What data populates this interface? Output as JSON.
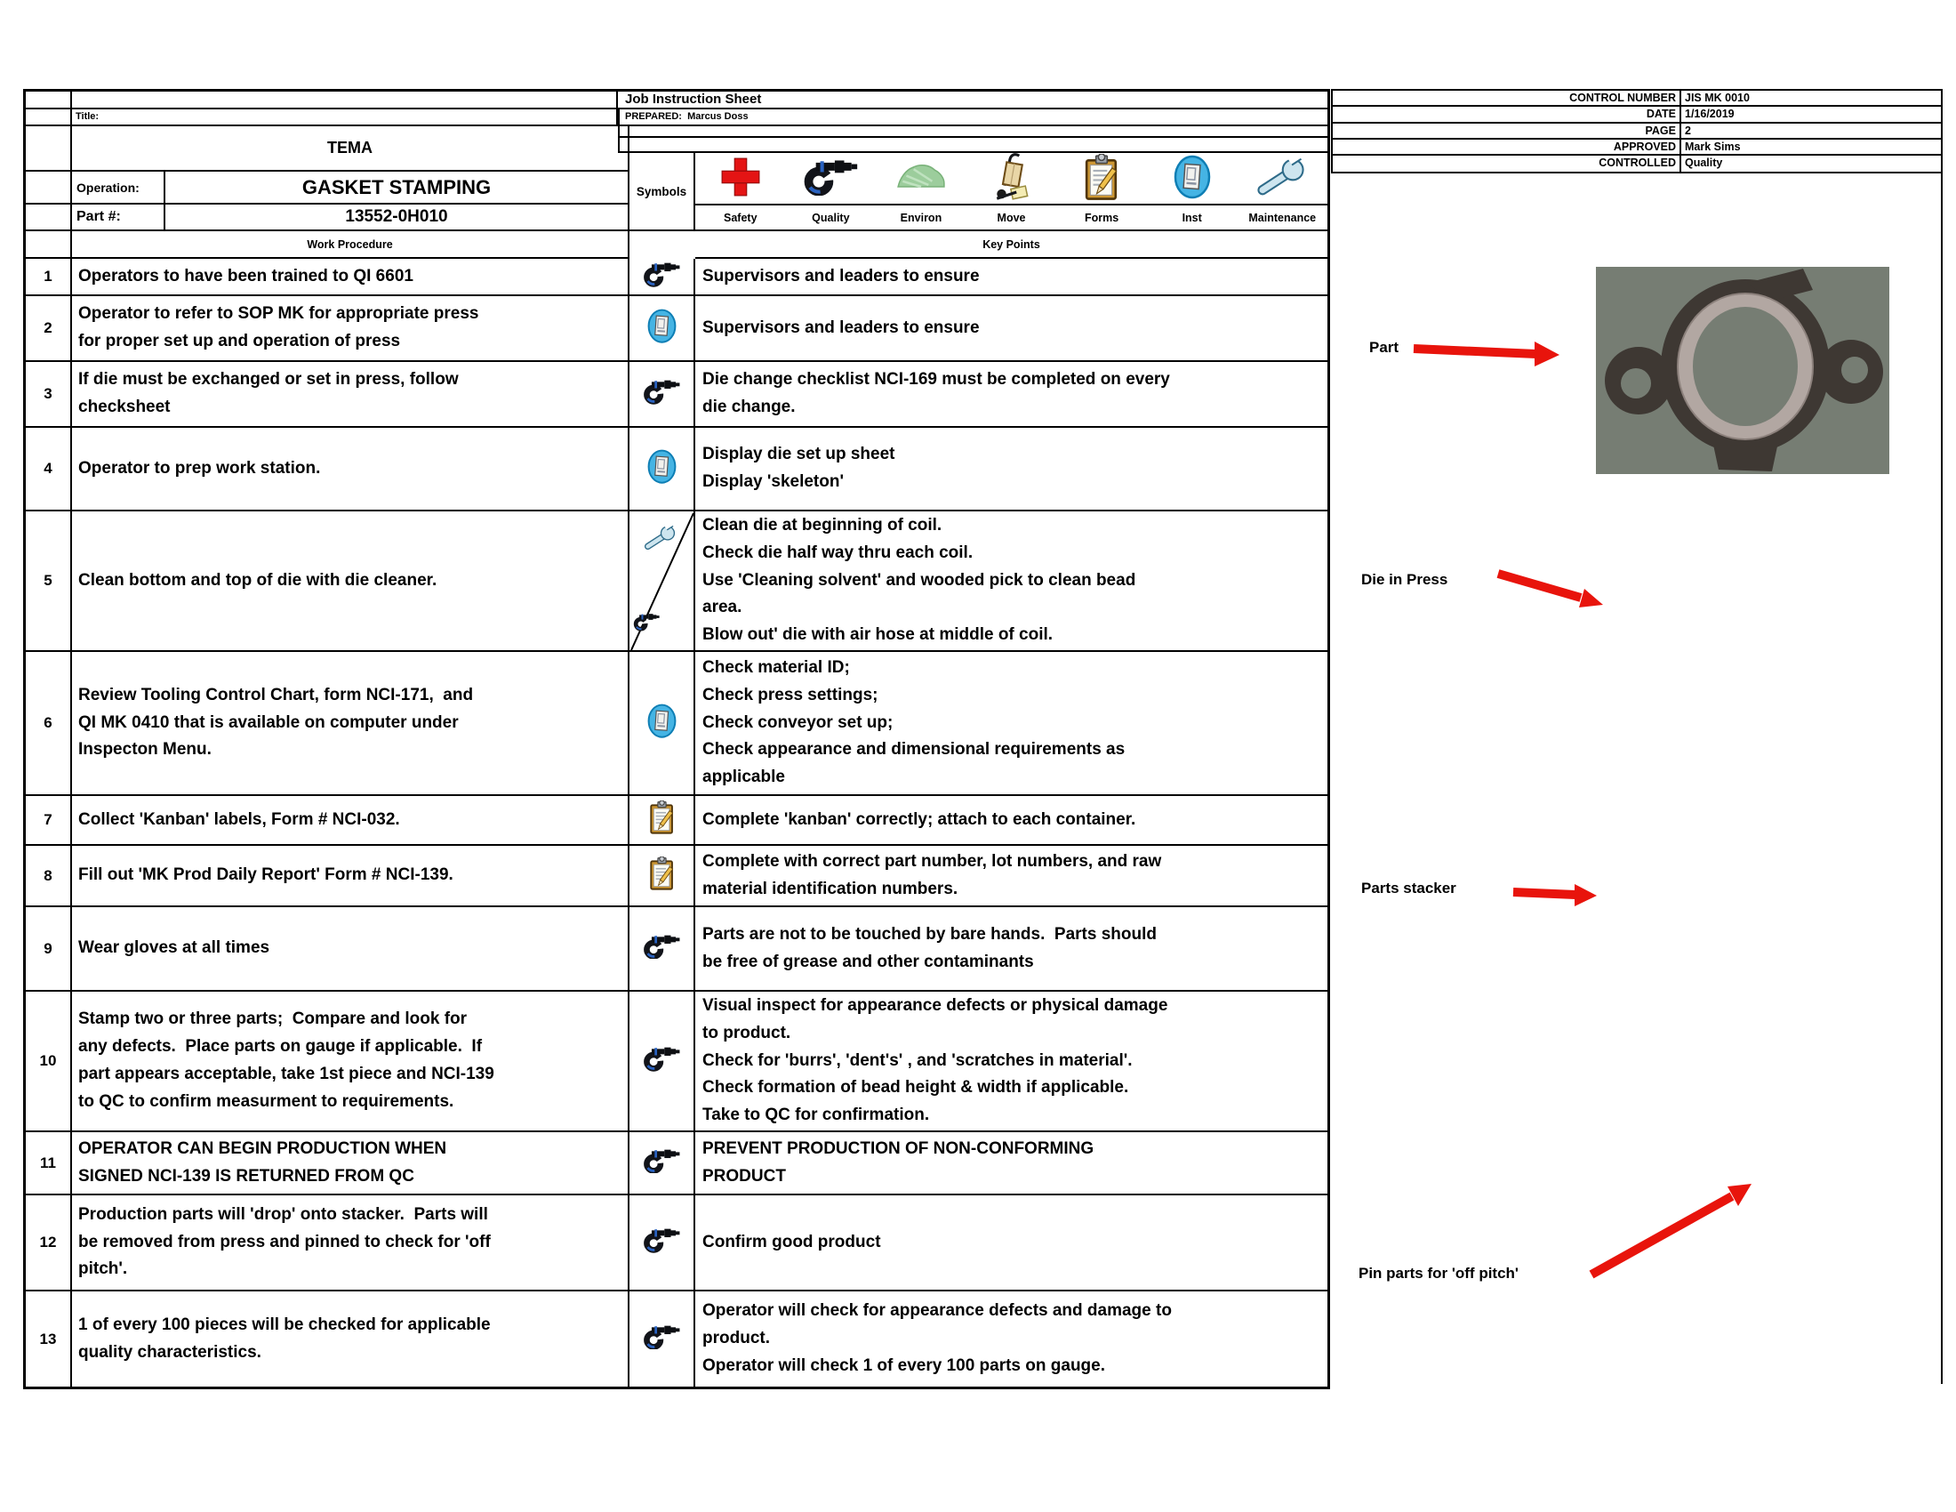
{
  "sheet": {
    "title": "Job Instruction Sheet",
    "title_label": "Title:",
    "prepared_label": "PREPARED:",
    "prepared_by": "Marcus Doss",
    "company": "TEMA",
    "operation_label": "Operation:",
    "operation_value": "GASKET STAMPING",
    "part_label": "Part #:",
    "part_value": "13552-0H010",
    "symbols_label": "Symbols",
    "work_procedure_header": "Work Procedure",
    "key_points_header": "Key Points"
  },
  "control_block": {
    "rows": [
      {
        "label": "CONTROL NUMBER",
        "value": "JIS MK 0010"
      },
      {
        "label": "DATE",
        "value": "1/16/2019"
      },
      {
        "label": "PAGE",
        "value": "2"
      },
      {
        "label": "APPROVED",
        "value": "Mark Sims"
      },
      {
        "label": "CONTROLLED",
        "value": "Quality"
      }
    ]
  },
  "symbols_legend": [
    {
      "icon": "safety-cross-icon",
      "label": "Safety"
    },
    {
      "icon": "micrometer-icon",
      "label": "Quality"
    },
    {
      "icon": "environ-car-icon",
      "label": "Environ"
    },
    {
      "icon": "hand-truck-icon",
      "label": "Move"
    },
    {
      "icon": "clipboard-pencil-icon",
      "label": "Forms"
    },
    {
      "icon": "instruction-document-icon",
      "label": "Inst"
    },
    {
      "icon": "wrench-icon",
      "label": "Maintenance"
    }
  ],
  "steps": [
    {
      "num": "1",
      "symbol": "micrometer-icon",
      "procedure": "Operators to have been trained to QI 6601",
      "key_points": "Supervisors and leaders to ensure"
    },
    {
      "num": "2",
      "symbol": "instruction-document-icon",
      "procedure": "Operator to refer to SOP MK for appropriate press\nfor proper set up and operation of press",
      "key_points": "Supervisors and leaders to ensure"
    },
    {
      "num": "3",
      "symbol": "micrometer-icon",
      "procedure": "If die must be exchanged or set in press, follow\nchecksheet",
      "key_points": "Die change checklist NCI-169 must be completed on every\ndie change."
    },
    {
      "num": "4",
      "symbol": "instruction-document-icon",
      "procedure": "Operator to prep work station.",
      "key_points": "Display die set up sheet\nDisplay 'skeleton'"
    },
    {
      "num": "5",
      "symbol": "wrench-micrometer-icon",
      "procedure": "Clean bottom and top of die with die cleaner.",
      "key_points": "Clean die at beginning of coil.\nCheck die half way thru each coil.\nUse 'Cleaning solvent' and wooded pick to clean bead\narea.\nBlow out' die with air hose at middle of coil."
    },
    {
      "num": "6",
      "symbol": "instruction-document-icon",
      "procedure": "Review Tooling Control Chart, form NCI-171,  and\nQI MK 0410 that is available on computer under\nInspecton Menu.",
      "key_points": "Check material ID;\nCheck press settings;\nCheck conveyor set up;\nCheck appearance and dimensional requirements as\napplicable"
    },
    {
      "num": "7",
      "symbol": "clipboard-pencil-icon",
      "procedure": "Collect 'Kanban' labels, Form # NCI-032.",
      "key_points": "Complete 'kanban' correctly; attach to each container."
    },
    {
      "num": "8",
      "symbol": "clipboard-pencil-icon",
      "procedure": "Fill out 'MK Prod Daily Report' Form # NCI-139.",
      "key_points": "Complete with correct part number, lot numbers, and raw\nmaterial identification numbers."
    },
    {
      "num": "9",
      "symbol": "micrometer-icon",
      "procedure": "Wear gloves at all times",
      "key_points": "Parts are not to be touched by bare hands.  Parts should\nbe free of grease and other contaminants"
    },
    {
      "num": "10",
      "symbol": "micrometer-icon",
      "procedure": "Stamp two or three parts;  Compare and look for\nany defects.  Place parts on gauge if applicable.  If\npart appears acceptable, take 1st piece and NCI-139\nto QC to confirm measurment to requirements.",
      "key_points": "Visual inspect for appearance defects or physical damage\nto product.\nCheck for 'burrs', 'dent's' , and 'scratches in material'.\nCheck formation of bead height & width if applicable.\nTake to QC for confirmation."
    },
    {
      "num": "11",
      "symbol": "micrometer-icon",
      "procedure": "OPERATOR CAN BEGIN PRODUCTION WHEN\nSIGNED NCI-139 IS RETURNED FROM QC",
      "key_points": "PREVENT PRODUCTION OF NON-CONFORMING\nPRODUCT"
    },
    {
      "num": "12",
      "symbol": "micrometer-icon",
      "procedure": "Production parts will 'drop' onto stacker.  Parts will\nbe removed from press and pinned to check for 'off\npitch'.",
      "key_points": "Confirm good product"
    },
    {
      "num": "13",
      "symbol": "micrometer-icon",
      "procedure": "1 of every 100 pieces will be checked for applicable\nquality characteristics.",
      "key_points": "Operator will check for appearance defects and damage to\nproduct.\nOperator will check 1 of every 100 parts on gauge."
    }
  ],
  "annotations": {
    "arrow_color": "#e8140c",
    "part_label": "Part",
    "die_in_press_label": "Die in Press",
    "parts_stacker_label": "Parts stacker",
    "pin_parts_label": "Pin parts for 'off pitch'",
    "photo": {
      "background": "#767d73",
      "gasket": "#3e3833",
      "ring": "#b2a7a2"
    }
  }
}
